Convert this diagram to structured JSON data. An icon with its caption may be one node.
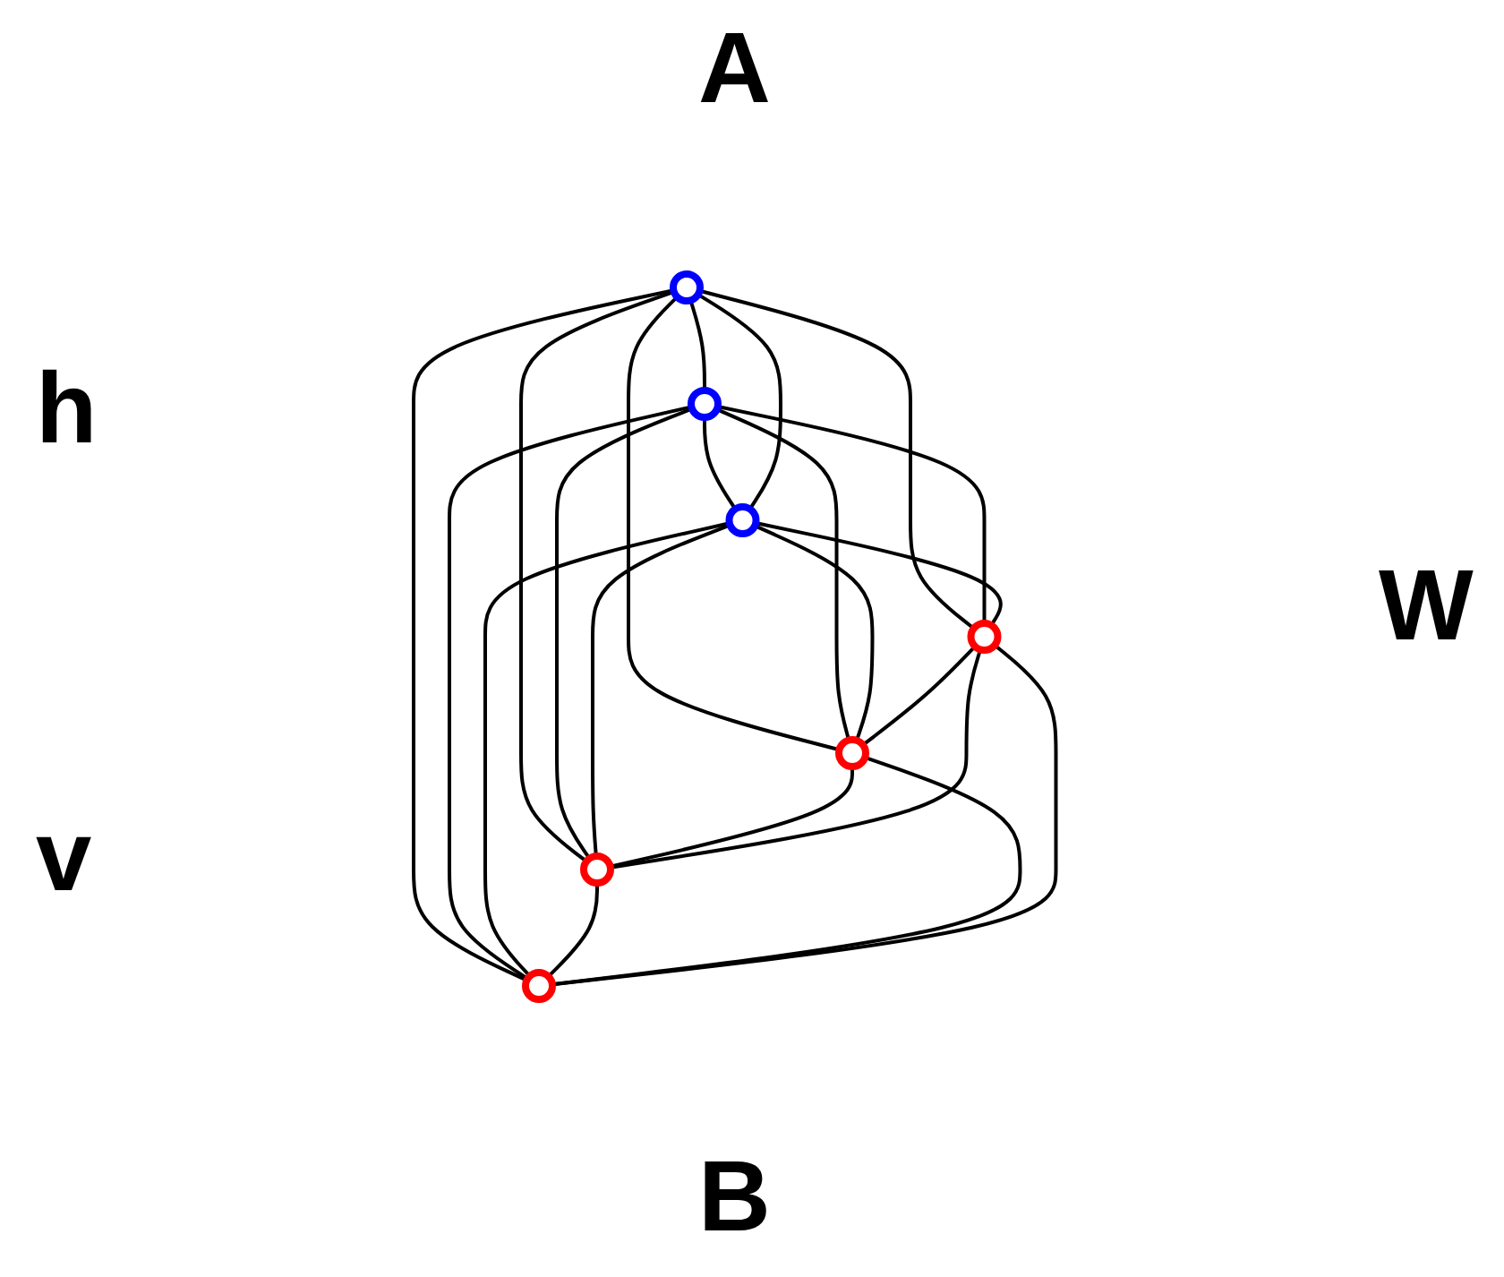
{
  "diagram": {
    "nodes": [
      {
        "text": [],
        "shape": "circle"
      },
      {
        "text": [],
        "shape": "circle"
      },
      {
        "text": [],
        "shape": "circle"
      },
      {
        "text": [],
        "shape": "circle"
      },
      {
        "text": [],
        "shape": "circle"
      },
      {
        "text": [],
        "shape": "circle"
      },
      {
        "text": [],
        "shape": "circle"
      }
    ],
    "edges": [
      {
        "from": 0,
        "to": 1,
        "arrow": "none"
      },
      {
        "from": 1,
        "to": 2,
        "arrow": "none"
      },
      {
        "from": 0,
        "to": 2,
        "arrow": "none"
      },
      {
        "from": 0,
        "to": 3,
        "arrow": "none"
      },
      {
        "from": 0,
        "to": 4,
        "arrow": "none"
      },
      {
        "from": 0,
        "to": 5,
        "arrow": "none"
      },
      {
        "from": 0,
        "to": 6,
        "arrow": "none"
      },
      {
        "from": 1,
        "to": 3,
        "arrow": "none"
      },
      {
        "from": 1,
        "to": 4,
        "arrow": "none"
      },
      {
        "from": 1,
        "to": 5,
        "arrow": "none"
      },
      {
        "from": 1,
        "to": 6,
        "arrow": "none"
      },
      {
        "from": 2,
        "to": 3,
        "arrow": "none"
      },
      {
        "from": 2,
        "to": 4,
        "arrow": "none"
      },
      {
        "from": 2,
        "to": 5,
        "arrow": "none"
      },
      {
        "from": 2,
        "to": 6,
        "arrow": "none"
      },
      {
        "from": 3,
        "to": 4,
        "arrow": "none"
      },
      {
        "from": 4,
        "to": 5,
        "arrow": "none"
      },
      {
        "from": 5,
        "to": 6,
        "arrow": "none"
      },
      {
        "from": 3,
        "to": 5,
        "arrow": "none"
      },
      {
        "from": 4,
        "to": 6,
        "arrow": "none"
      },
      {
        "from": 3,
        "to": 6,
        "arrow": "none"
      }
    ],
    "labels": [
      "A",
      "h",
      "W",
      "v",
      "B"
    ]
  }
}
